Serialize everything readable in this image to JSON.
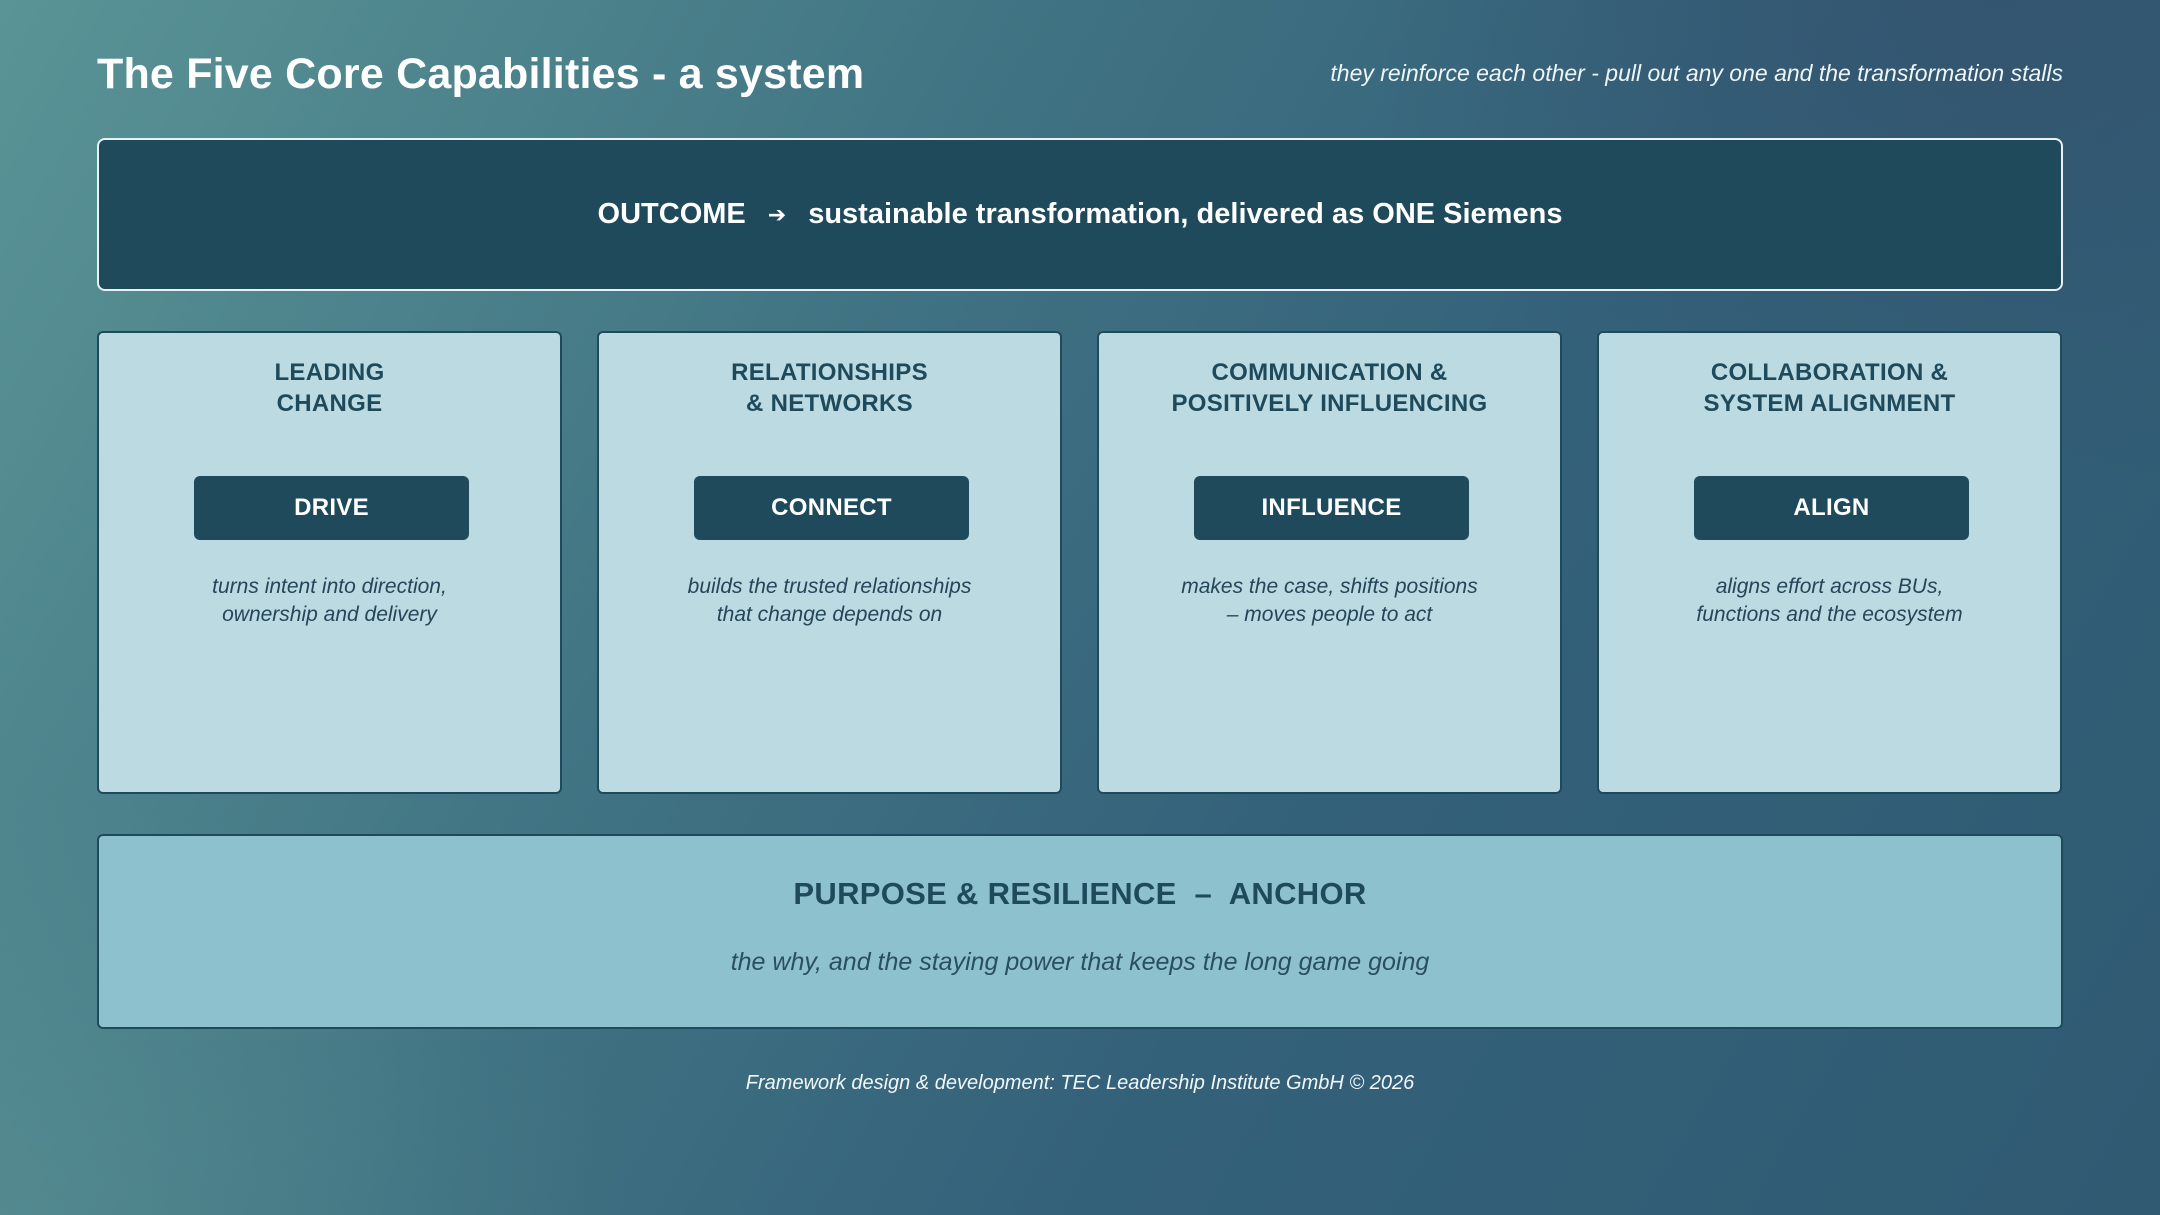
{
  "header": {
    "title": "The Five Core Capabilities - a system",
    "subtitle": "they reinforce each other - pull out any one and the transformation stalls"
  },
  "outcome": {
    "label": "OUTCOME",
    "arrow": "➔",
    "text": "sustainable transformation, delivered as ONE Siemens"
  },
  "capabilities": [
    {
      "heading": [
        "LEADING",
        "CHANGE"
      ],
      "verb": "DRIVE",
      "description": [
        "turns intent into direction,",
        "ownership and delivery"
      ]
    },
    {
      "heading": [
        "RELATIONSHIPS",
        "& NETWORKS"
      ],
      "verb": "CONNECT",
      "description": [
        "builds the trusted relationships",
        "that change depends on"
      ]
    },
    {
      "heading": [
        "COMMUNICATION &",
        "POSITIVELY INFLUENCING"
      ],
      "verb": "INFLUENCE",
      "description": [
        "makes the case, shifts positions",
        "– moves people to act"
      ]
    },
    {
      "heading": [
        "COLLABORATION &",
        "SYSTEM ALIGNMENT"
      ],
      "verb": "ALIGN",
      "description": [
        "aligns effort across BUs,",
        "functions and the ecosystem"
      ]
    }
  ],
  "anchor": {
    "heading": "PURPOSE & RESILIENCE  –  ANCHOR",
    "text": "the why, and the staying power that keeps the long game going"
  },
  "footer": {
    "text": "Framework design & development: TEC Leadership Institute GmbH © 2026"
  },
  "colors": {
    "dark_teal": "#1e4a5c",
    "card_fill": "#bcdae1",
    "anchor_fill": "#8dc1cd",
    "text_white": "#ffffff"
  }
}
